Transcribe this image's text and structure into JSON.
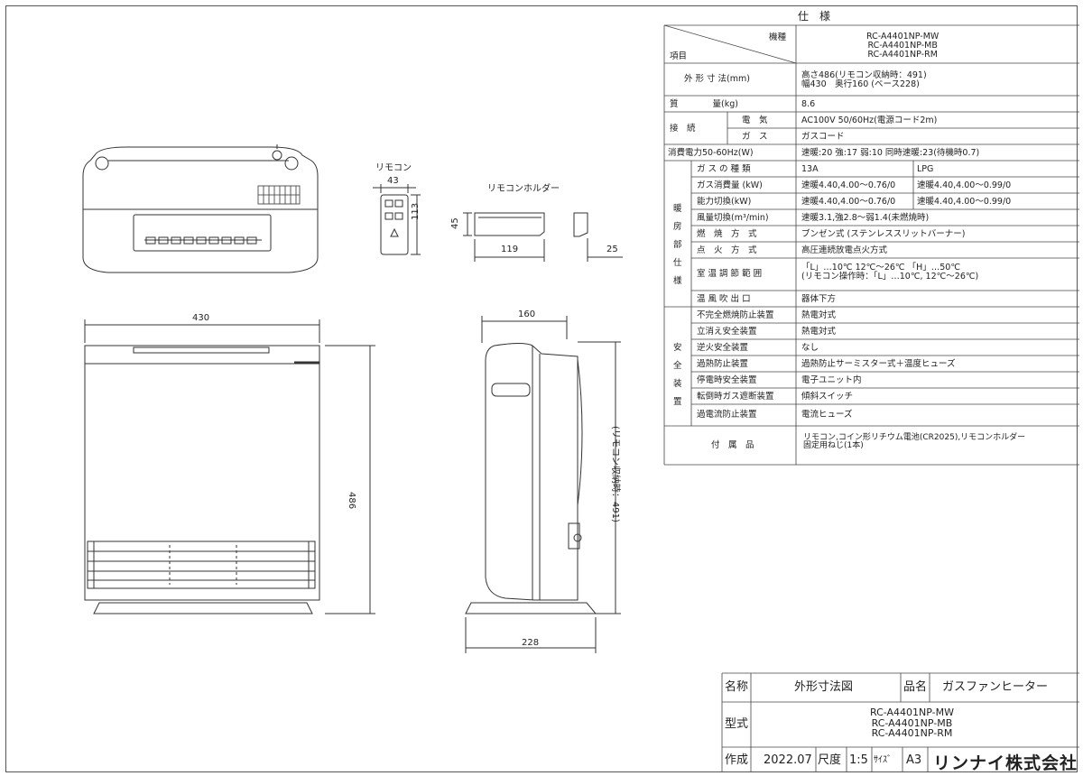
{
  "spec": {
    "title": "仕　様",
    "header_kishu": "機種",
    "header_koumoku": "項目",
    "models": "RC-A4401NP-MW\nRC-A4401NP-MB\nRC-A4401NP-RM",
    "rows": [
      {
        "label": "外 形 寸 法(mm)",
        "value": "高さ486(リモコン収納時：491)\n幅430　奥行160 (ベース228)"
      },
      {
        "label": "質　　　　量(kg)",
        "value": "8.6"
      },
      {
        "label": "電　気",
        "value": "AC100V 50/60Hz(電源コード2m)"
      },
      {
        "label": "ガ　ス",
        "value": "ガスコード"
      },
      {
        "label": "消費電力50-60Hz(W)",
        "value": "速暖:20 強:17 弱:10 同時速暖:23(待機時0.7)"
      }
    ],
    "connection_label": "接　続",
    "heating_group": "暖房部仕様",
    "heating_rows": [
      {
        "label": "ガ ス の 種 類",
        "v1": "13A",
        "v2": "LPG"
      },
      {
        "label": "ガス消費量 (kW)",
        "v1": "速暖4.40,4.00～0.76/0",
        "v2": "速暖4.40,4.00～0.99/0"
      },
      {
        "label": "能力切換(kW)",
        "v1": "速暖4.40,4.00～0.76/0",
        "v2": "速暖4.40,4.00～0.99/0"
      },
      {
        "label": "風量切換(m³/min)",
        "v1": "速暖3.1,強2.8～弱1.4(未燃焼時)"
      },
      {
        "label": "燃　焼　方　式",
        "v1": "ブンゼン式 (ステンレススリットバーナー)"
      },
      {
        "label": "点　火　方　式",
        "v1": "高圧連続放電点火方式"
      },
      {
        "label": "室 温 調 節 範 囲",
        "v1": "「L」…10℃ 12℃～26℃ 「H」…50℃\n(リモコン操作時：「L」…10℃, 12℃～26℃)"
      },
      {
        "label": "温 風 吹 出 口",
        "v1": "器体下方"
      }
    ],
    "safety_group": "安全装置",
    "safety_rows": [
      {
        "label": "不完全燃焼防止装置",
        "value": "熱電対式"
      },
      {
        "label": "立消え安全装置",
        "value": "熱電対式"
      },
      {
        "label": "逆火安全装置",
        "value": "なし"
      },
      {
        "label": "過熱防止装置",
        "value": "過熱防止サーミスター式＋温度ヒューズ"
      },
      {
        "label": "停電時安全装置",
        "value": "電子ユニット内"
      },
      {
        "label": "転倒時ガス遮断装置",
        "value": "傾斜スイッチ"
      },
      {
        "label": "過電流防止装置",
        "value": "電流ヒューズ"
      }
    ],
    "accessories_label": "付　属　品",
    "accessories_value": "リモコン,コイン形リチウム電池(CR2025),リモコンホルダー\n固定用ねじ(1本)"
  },
  "drawing": {
    "remote_label": "リモコン",
    "remote_w": "43",
    "remote_h": "113",
    "holder_label": "リモコンホルダー",
    "holder_h": "45",
    "holder_w": "119",
    "holder_d": "25",
    "width_dim": "430",
    "height_dim": "486",
    "depth_dim": "160",
    "base_dim": "228",
    "remote_stored_dim": "(リモコン収納時：491)"
  },
  "titleblock": {
    "name_label": "名称",
    "name_value": "外形寸法図",
    "product_label": "品名",
    "product_value": "ガスファンヒーター",
    "model_label": "型式",
    "model_value": "RC-A4401NP-MW\nRC-A4401NP-MB\nRC-A4401NP-RM",
    "made_label": "作成",
    "made_value": "2022.07",
    "scale_label": "尺度",
    "scale_value": "1:5",
    "size_label": "ｻｲｽﾞ",
    "size_value": "A3",
    "company": "リンナイ株式会社"
  }
}
